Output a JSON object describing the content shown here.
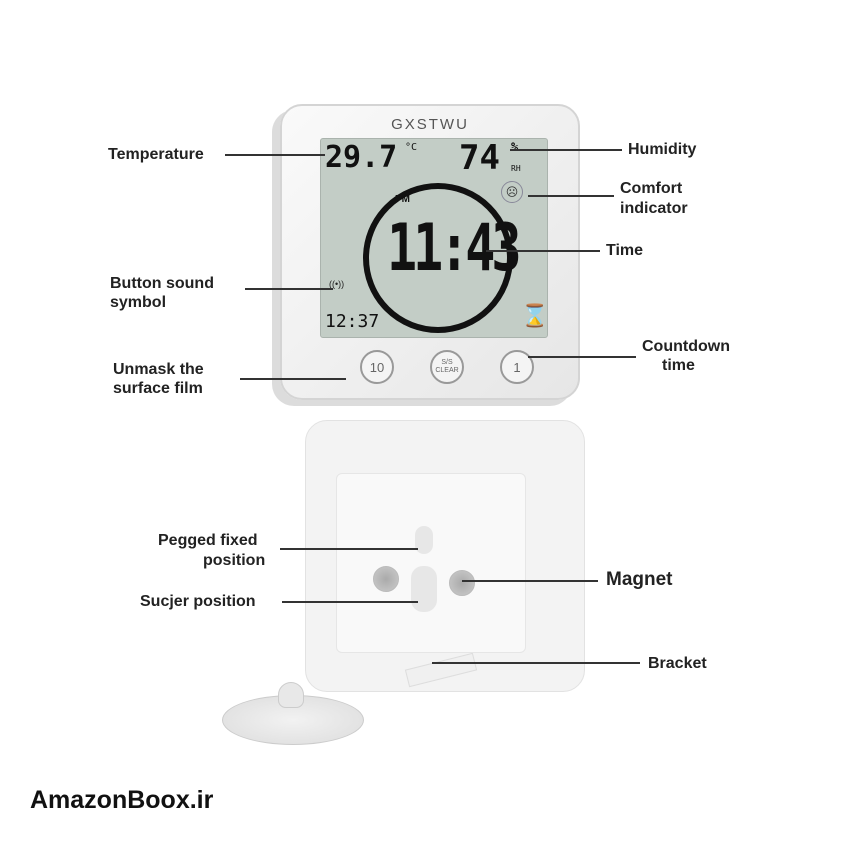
{
  "device": {
    "brand": "GXSTWU",
    "temperature": "29.7",
    "temp_unit": "°C",
    "humidity": "74",
    "humidity_unit": "%",
    "rh": "RH",
    "ampm": "PM",
    "time": "11:43",
    "countdown": "12:37",
    "buttons": {
      "left": "10",
      "middle_top": "S/S",
      "middle_bottom": "CLEAR",
      "right": "1"
    }
  },
  "labels": {
    "temperature": "Temperature",
    "humidity": "Humidity",
    "comfort_1": "Comfort",
    "comfort_2": "indicator",
    "time": "Time",
    "button_sound_1": "Button sound",
    "button_sound_2": "symbol",
    "unmask_1": "Unmask the",
    "unmask_2": "surface film",
    "countdown_1": "Countdown",
    "countdown_2": "time",
    "pegged_1": "Pegged fixed",
    "pegged_2": "position",
    "sucker": "Sucjer position",
    "magnet": "Magnet",
    "bracket": "Bracket"
  },
  "watermark": "AmazonBoox.ir"
}
